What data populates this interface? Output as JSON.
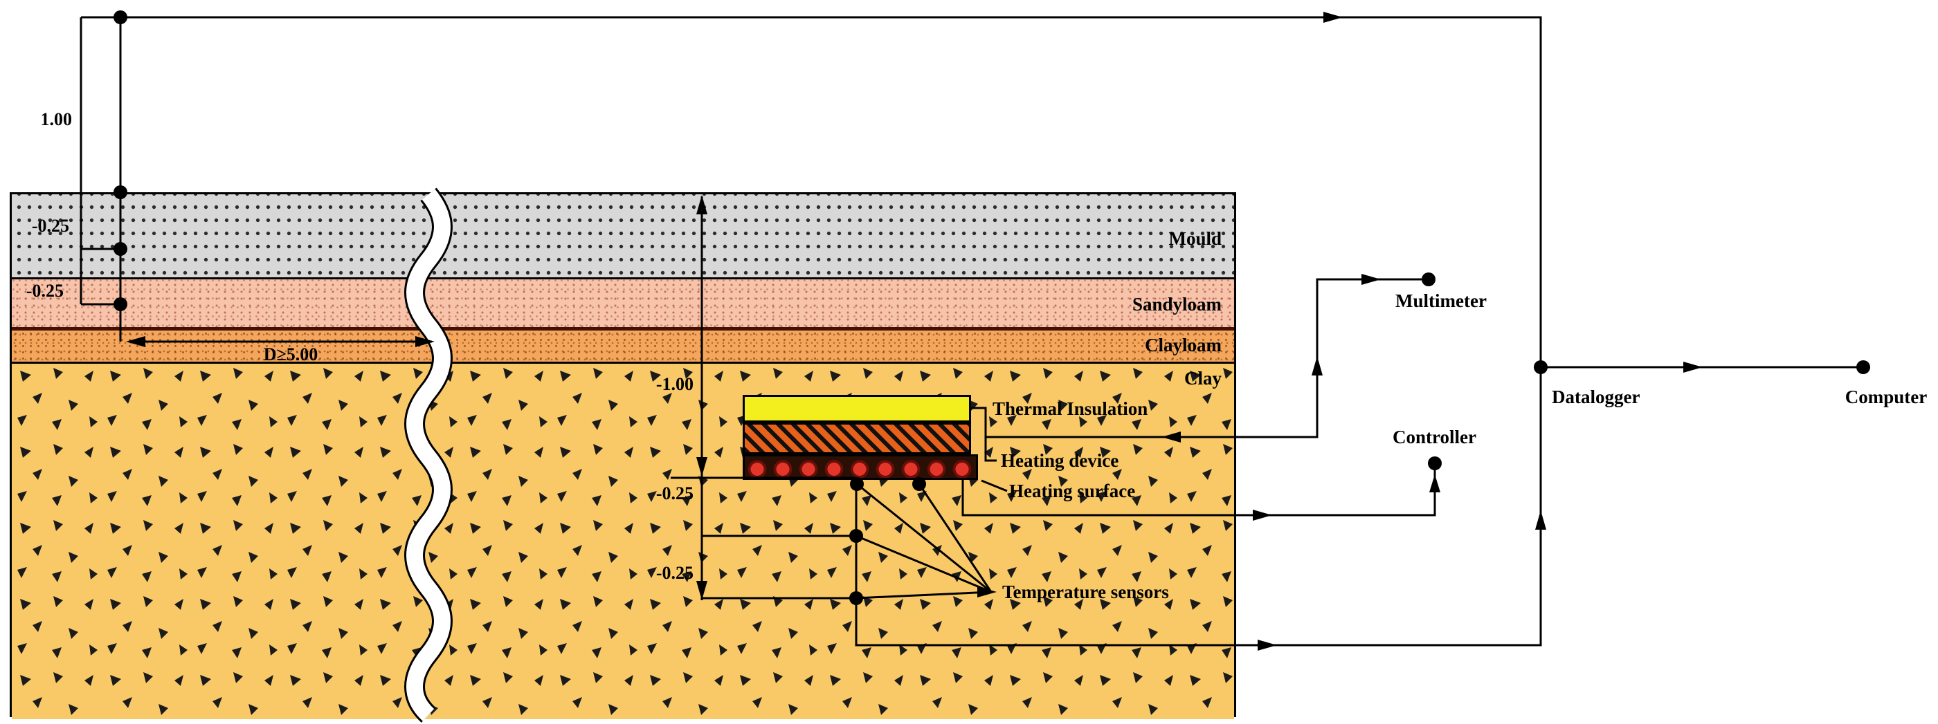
{
  "figure": {
    "type": "soil-heating-experiment-schematic",
    "dimension_labels": {
      "above_ground": "1.00",
      "upper_sensor_1": "-0.25",
      "upper_sensor_2": "-0.25",
      "distance": "D≥5.00",
      "heater_depth": "-1.00",
      "lower_sensor_1": "-0.25",
      "lower_sensor_2": "-0.25"
    },
    "soil_layers": [
      {
        "label": "Mould",
        "color": "#d8d8d8"
      },
      {
        "label": "Sandyloam",
        "color": "#f7c3aa"
      },
      {
        "label": "Clayloam",
        "color": "#f4a75c"
      },
      {
        "label": "Clay",
        "color": "#f9c967"
      }
    ],
    "components": [
      {
        "label": "Thermal Insulation",
        "color": "#f3ef1e"
      },
      {
        "label": "Heating device",
        "color": "#e8611a"
      },
      {
        "label": "Heating surface",
        "color": "#e2362a"
      },
      {
        "label": "Temperature sensors"
      }
    ],
    "instruments": [
      {
        "label": "Multimeter"
      },
      {
        "label": "Controller"
      },
      {
        "label": "Datalogger"
      },
      {
        "label": "Computer"
      }
    ],
    "colors": {
      "line": "#000000",
      "clayloam_boundary": "#431104",
      "background": "#ffffff"
    }
  }
}
